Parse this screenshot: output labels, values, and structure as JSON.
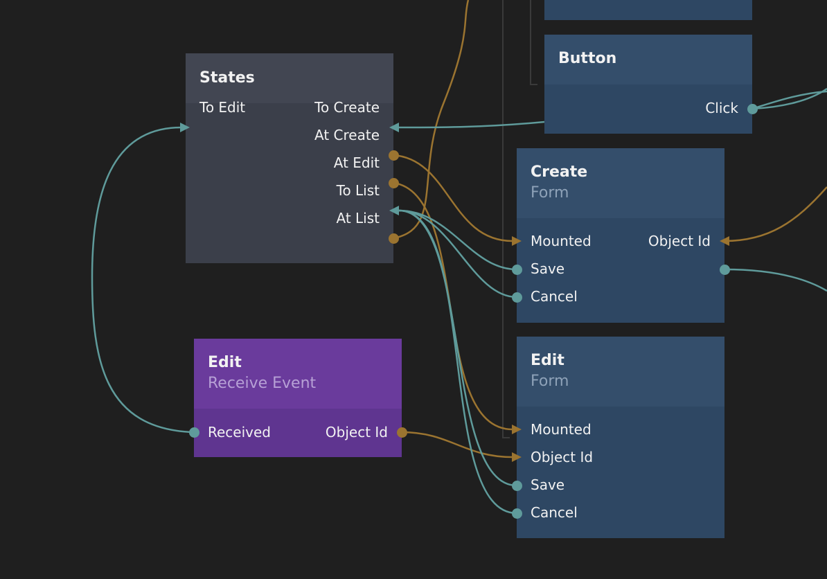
{
  "colors": {
    "background": "#1f1f1f",
    "signal_wire": "#5f9b9b",
    "data_wire": "#9b7430",
    "states_node": "#3b3f4a",
    "form_node": "#2e4763",
    "event_node": "#5f3590"
  },
  "nodes": {
    "top_partial": {
      "title": ""
    },
    "button": {
      "title": "Button",
      "ports": {
        "click": "Click"
      }
    },
    "states": {
      "title": "States",
      "ports": {
        "to_edit": "To Edit",
        "to_create": "To Create",
        "at_create": "At Create",
        "at_edit": "At Edit",
        "to_list": "To List",
        "at_list": "At List"
      }
    },
    "create_form": {
      "title": "Create",
      "subtitle": "Form",
      "ports": {
        "mounted": "Mounted",
        "object_id": "Object Id",
        "save": "Save",
        "cancel": "Cancel"
      }
    },
    "edit_event": {
      "title": "Edit",
      "subtitle": "Receive Event",
      "ports": {
        "received": "Received",
        "object_id": "Object Id"
      }
    },
    "edit_form": {
      "title": "Edit",
      "subtitle": "Form",
      "ports": {
        "mounted": "Mounted",
        "object_id": "Object Id",
        "save": "Save",
        "cancel": "Cancel"
      }
    }
  }
}
